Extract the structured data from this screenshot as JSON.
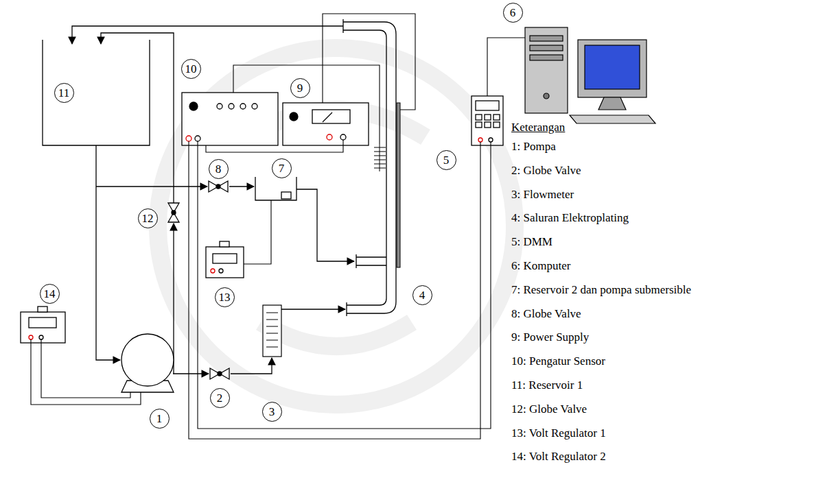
{
  "diagram": {
    "nodes": [
      {
        "text": [
          "6"
        ]
      },
      {
        "text": [
          "10"
        ]
      },
      {
        "text": [
          "9"
        ]
      },
      {
        "text": [
          "11"
        ]
      },
      {
        "text": [
          "5"
        ]
      },
      {
        "text": [
          "7"
        ]
      },
      {
        "text": [
          "8"
        ]
      },
      {
        "text": [
          "12"
        ]
      },
      {
        "text": [
          "14"
        ]
      },
      {
        "text": [
          "4"
        ]
      },
      {
        "text": [
          "13"
        ]
      },
      {
        "text": [
          "2"
        ]
      },
      {
        "text": [
          "3"
        ]
      },
      {
        "text": [
          "1"
        ]
      }
    ],
    "labels": [
      "Keterangan",
      "1: Pompa",
      "2: Globe Valve",
      "3: Flowmeter",
      "4: Saluran Elektroplating",
      "5: DMM",
      "6: Komputer",
      "7: Reservoir 2 dan pompa submersible",
      "8: Globe Valve",
      "9: Power Supply",
      "10: Pengatur Sensor",
      "11: Reservoir 1",
      "12: Globe Valve",
      "13: Volt Regulator 1",
      "14: Volt Regulator 2"
    ]
  }
}
